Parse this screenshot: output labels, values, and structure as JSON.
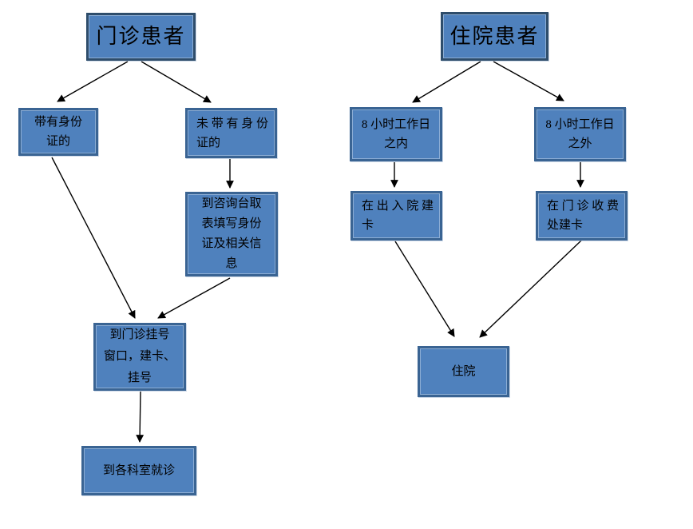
{
  "diagram": {
    "description": "Hospital patient registration flowchart",
    "colors": {
      "box_fill": "#4F81BD",
      "box_border": "#3A6493",
      "title_border": "#2E4D6B",
      "arrow": "#000000",
      "background": "#ffffff",
      "text": "#000000"
    },
    "nodes": {
      "outpatient": {
        "text": "门诊患者"
      },
      "with_id": {
        "text": "带有身份\n证的"
      },
      "without_id": {
        "text": "未 带 有 身 份\n证的"
      },
      "desk_form": {
        "text": "到咨询台取\n表填写身份\n证及相关信\n息"
      },
      "register": {
        "text": "到门诊挂号\n窗口，建卡、\n挂号"
      },
      "departments": {
        "text": "到各科室就诊"
      },
      "inpatient": {
        "text": "住院患者"
      },
      "within_8h": {
        "text": "8 小时工作日\n之内"
      },
      "outside_8h": {
        "text": "8 小时工作日\n之外"
      },
      "admission_card": {
        "text": "在 出 入 院 建\n卡"
      },
      "fee_card": {
        "text": "在 门 诊 收 费\n处建卡"
      },
      "hospitalize": {
        "text": "住院"
      }
    },
    "edges": [
      {
        "from": "outpatient",
        "to": "with_id"
      },
      {
        "from": "outpatient",
        "to": "without_id"
      },
      {
        "from": "without_id",
        "to": "desk_form"
      },
      {
        "from": "with_id",
        "to": "register"
      },
      {
        "from": "desk_form",
        "to": "register"
      },
      {
        "from": "register",
        "to": "departments"
      },
      {
        "from": "inpatient",
        "to": "within_8h"
      },
      {
        "from": "inpatient",
        "to": "outside_8h"
      },
      {
        "from": "within_8h",
        "to": "admission_card"
      },
      {
        "from": "outside_8h",
        "to": "fee_card"
      },
      {
        "from": "admission_card",
        "to": "hospitalize"
      },
      {
        "from": "fee_card",
        "to": "hospitalize"
      }
    ]
  }
}
